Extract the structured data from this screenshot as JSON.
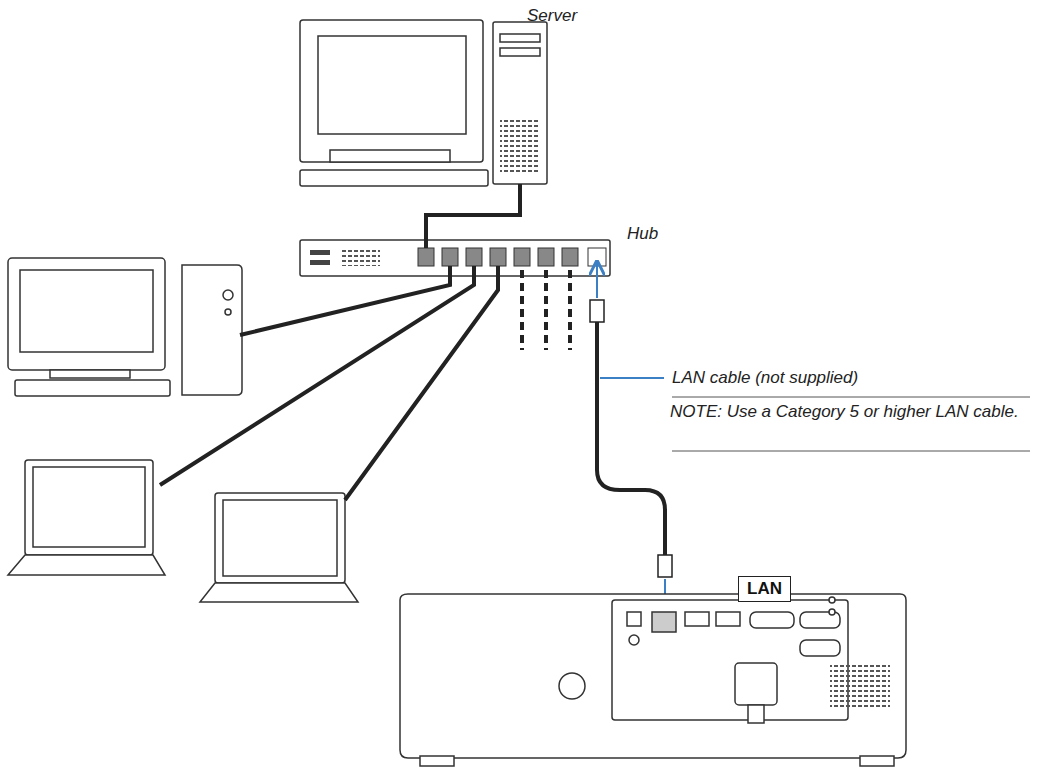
{
  "diagram": {
    "nodes": [
      {
        "text": [
          "LAN"
        ]
      }
    ],
    "labels": [
      "Server",
      "Hub",
      "LAN cable (not supplied)",
      "NOTE: Use a Category 5 or higher LAN cable."
    ]
  }
}
